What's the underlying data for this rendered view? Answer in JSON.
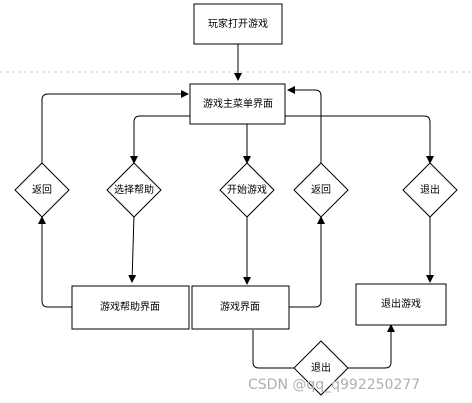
{
  "nodes": {
    "start": "玩家打开游戏",
    "main_menu": "游戏主菜单界面",
    "back_left": "返回",
    "select_help": "选择帮助",
    "start_game": "开始游戏",
    "back_right": "返回",
    "exit_top": "退出",
    "help_screen": "游戏帮助界面",
    "game_screen": "游戏界面",
    "exit_game": "退出游戏",
    "exit_bottom": "退出"
  },
  "watermark": "CSDN @qq_q992250277",
  "colors": {
    "stroke": "#000000",
    "fill": "#ffffff",
    "dash": "#cccccc",
    "watermark": "#b0b0b0"
  }
}
